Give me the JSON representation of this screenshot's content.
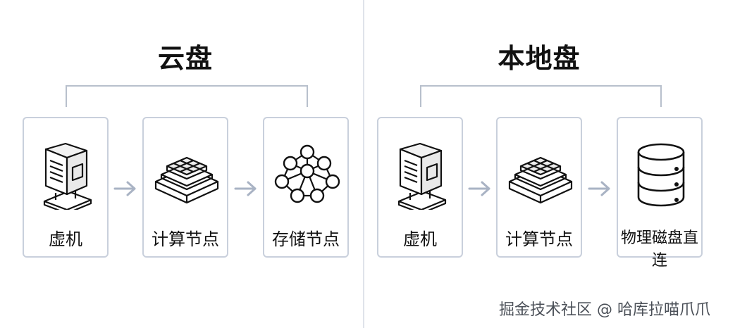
{
  "left": {
    "title": "云盘",
    "nodes": [
      {
        "label": "虚机",
        "icon": "server-icon"
      },
      {
        "label": "计算节点",
        "icon": "compute-grid-icon"
      },
      {
        "label": "存储节点",
        "icon": "network-nodes-icon"
      }
    ]
  },
  "right": {
    "title": "本地盘",
    "nodes": [
      {
        "label": "虚机",
        "icon": "server-icon"
      },
      {
        "label": "计算节点",
        "icon": "compute-grid-icon"
      },
      {
        "label": "物理磁盘直连",
        "icon": "database-icon"
      }
    ]
  },
  "watermark": "掘金技术社区 @ 哈库拉喵爪爪",
  "colors": {
    "line": "#b8c0cc",
    "arrow": "#a9b3c4",
    "border": "#c9d0dc"
  }
}
